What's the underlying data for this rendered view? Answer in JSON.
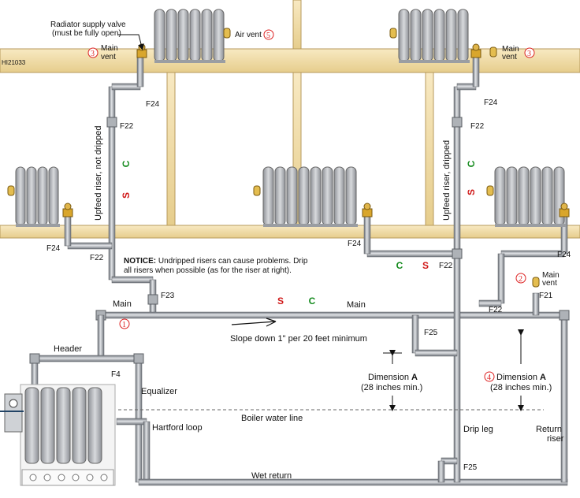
{
  "doc_id": "HI21033",
  "labels": {
    "radiator_valve": "Radiator supply valve",
    "radiator_valve_note": "(must be fully open)",
    "air_vent": "Air vent",
    "main_vent_line1": "Main",
    "main_vent_line2": "vent",
    "upfeed_not_dripped": "Upfeed riser, not dripped",
    "upfeed_dripped": "Upfeed riser, dripped",
    "notice_bold": "NOTICE:",
    "notice_line1": " Undripped risers can cause problems. Drip",
    "notice_line2": "all risers when possible (as for the riser at right).",
    "main_left": "Main",
    "main_center": "Main",
    "slope": "Slope down 1\" per 20 feet minimum",
    "header": "Header",
    "equalizer": "Equalizer",
    "hartford_loop": "Hartford loop",
    "boiler_water_line": "Boiler water line",
    "dimension_word": "Dimension",
    "dimension_letter": "A",
    "dimension_min": "(28 inches min.)",
    "drip_leg": "Drip leg",
    "return_riser_1": "Return",
    "return_riser_2": "riser",
    "wet_return": "Wet return",
    "s_letter": "S",
    "c_letter": "C"
  },
  "fittings": {
    "f24": "F24",
    "f22": "F22",
    "f23": "F23",
    "f21": "F21",
    "f25": "F25",
    "f4": "F4"
  },
  "callouts": {
    "n1": "1",
    "n2": "2",
    "n3": "3",
    "n4": "4",
    "n5": "5"
  },
  "colors": {
    "beam": "#f3dfad",
    "beam_edge": "#b79a5c",
    "pipe": "#9ea2a8",
    "pipe_dark": "#6c7077",
    "radiator": "#b9bcc1",
    "valve": "#d9a62c",
    "steam_arrow": "#d01818",
    "condensate_arrow": "#138a1c",
    "callout": "#d22222"
  }
}
